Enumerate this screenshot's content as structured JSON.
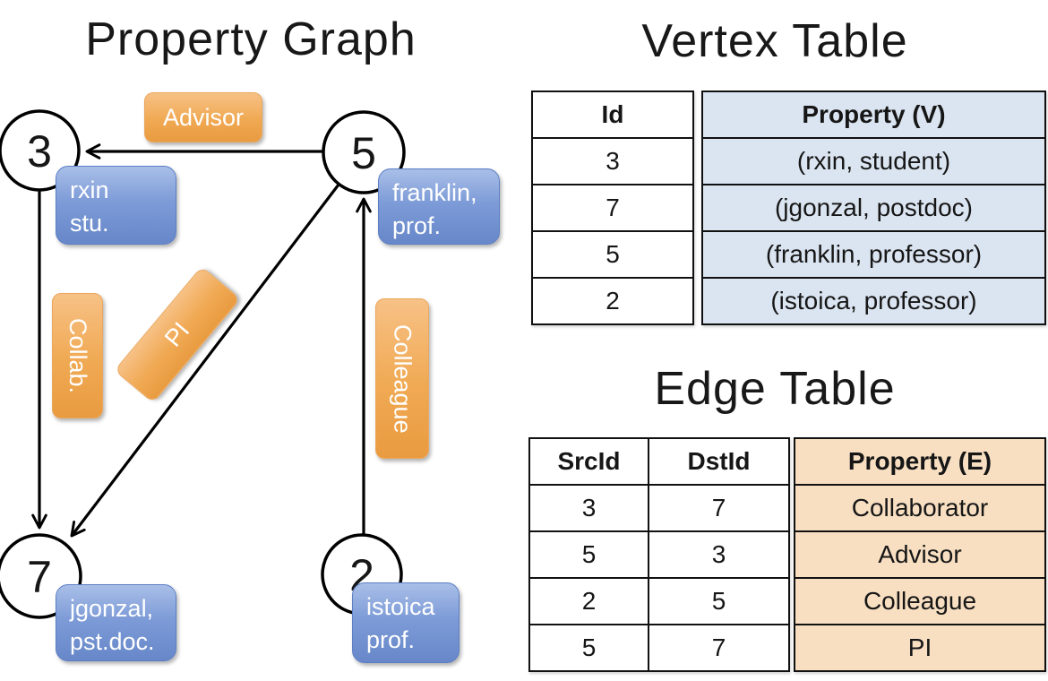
{
  "graph": {
    "title": "Property Graph",
    "nodes": [
      {
        "id": "3"
      },
      {
        "id": "5"
      },
      {
        "id": "7"
      },
      {
        "id": "2"
      }
    ],
    "vertex_labels": [
      {
        "line1": "rxin",
        "line2": "stu."
      },
      {
        "line1": "franklin,",
        "line2": "prof."
      },
      {
        "line1": "jgonzal,",
        "line2": "pst.doc."
      },
      {
        "line1": "istoica",
        "line2": "prof."
      }
    ],
    "edge_labels": [
      {
        "text": "Advisor"
      },
      {
        "text": "Collab."
      },
      {
        "text": "PI"
      },
      {
        "text": "Colleague"
      }
    ]
  },
  "vertex_table": {
    "title": "Vertex Table",
    "id_header": "Id",
    "property_header": "Property (V)",
    "rows": [
      {
        "id": "3",
        "property": "(rxin, student)"
      },
      {
        "id": "7",
        "property": "(jgonzal, postdoc)"
      },
      {
        "id": "5",
        "property": "(franklin, professor)"
      },
      {
        "id": "2",
        "property": "(istoica, professor)"
      }
    ]
  },
  "edge_table": {
    "title": "Edge Table",
    "src_header": "SrcId",
    "dst_header": "DstId",
    "property_header": "Property (E)",
    "rows": [
      {
        "src": "3",
        "dst": "7",
        "property": "Collaborator"
      },
      {
        "src": "5",
        "dst": "3",
        "property": "Advisor"
      },
      {
        "src": "2",
        "dst": "5",
        "property": "Colleague"
      },
      {
        "src": "5",
        "dst": "7",
        "property": "PI"
      }
    ]
  },
  "colors": {
    "edge_label_orange": "#F0A953",
    "vertex_label_blue": "#7D9BD7",
    "vertex_table_fill": "#DBE5F1",
    "edge_table_fill": "#F8DFC2",
    "line_color": "#000000"
  }
}
